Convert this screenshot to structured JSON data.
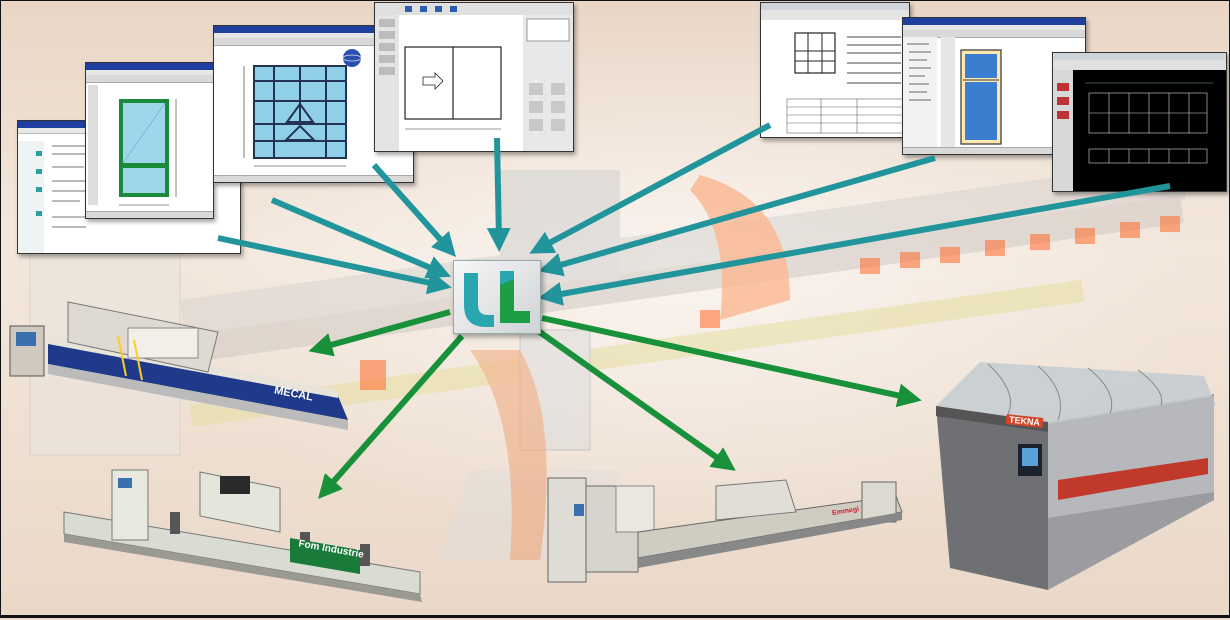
{
  "colors": {
    "input_arrow": "#21959b",
    "output_arrow": "#18913a",
    "screen_titlebar": "#1f3f9e",
    "glass_blue": "#8fd0e8",
    "machine_orange": "#ff6a2a",
    "logo_teal": "#2aa6b0",
    "logo_green": "#1d9e45"
  },
  "machines": {
    "mecal": {
      "brand": "MECAL"
    },
    "fom": {
      "brand": "Fom Industrie"
    },
    "emmegi": {
      "brand": "Emmegi"
    },
    "tekna": {
      "brand": "TEKNA"
    }
  },
  "hub": {
    "logo_icon": "ul-logo-icon"
  },
  "icons": [
    "ul-logo-icon",
    "window-drawing-icon",
    "globe-icon",
    "arrow-icon"
  ]
}
